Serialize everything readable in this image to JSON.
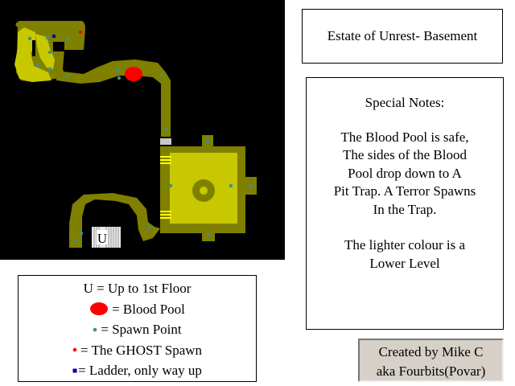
{
  "map": {
    "up_marker": "U",
    "colors": {
      "floor": "#808000",
      "lower_level": "#c8c800",
      "blood_pool": "#ff0000",
      "spawn": "#3f8f8f",
      "ghost": "#ff0000",
      "ladder": "#0000a0"
    }
  },
  "title": "Estate of Unrest- Basement",
  "notes": {
    "heading": "Special Notes:",
    "paragraph1": [
      "The Blood Pool is safe,",
      "The sides of the Blood",
      "Pool drop down to A",
      "Pit Trap.  A Terror Spawns",
      "In the Trap."
    ],
    "paragraph2": [
      "The lighter colour is a",
      "Lower Level"
    ]
  },
  "legend": {
    "up": "U = Up to 1st Floor",
    "blood_pool": " = Blood Pool",
    "spawn": " = Spawn Point",
    "ghost": " = The GHOST Spawn",
    "ladder": "= Ladder, only way up"
  },
  "credits": {
    "line1": "Created by Mike C",
    "line2": "aka Fourbits(Povar)"
  }
}
